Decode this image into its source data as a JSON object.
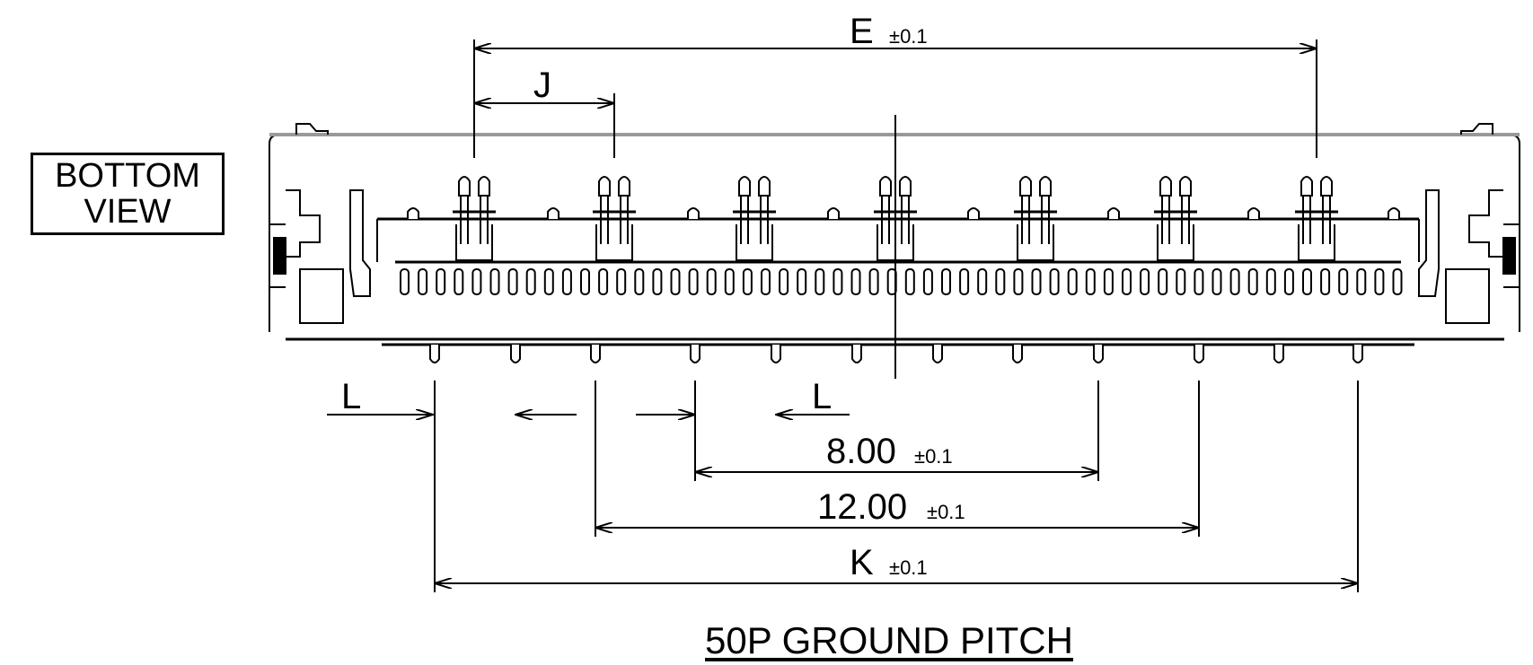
{
  "view_label": {
    "line1": "BOTTOM",
    "line2": "VIEW"
  },
  "dimensions": {
    "e": {
      "label": "E",
      "tol": "±0.1"
    },
    "j": {
      "label": "J"
    },
    "l": {
      "label": "L"
    },
    "d8": {
      "label": "8.00",
      "tol": "±0.1"
    },
    "d12": {
      "label": "12.00",
      "tol": "±0.1"
    },
    "k": {
      "label": "K",
      "tol": "±0.1"
    }
  },
  "title": "50P GROUND PITCH"
}
